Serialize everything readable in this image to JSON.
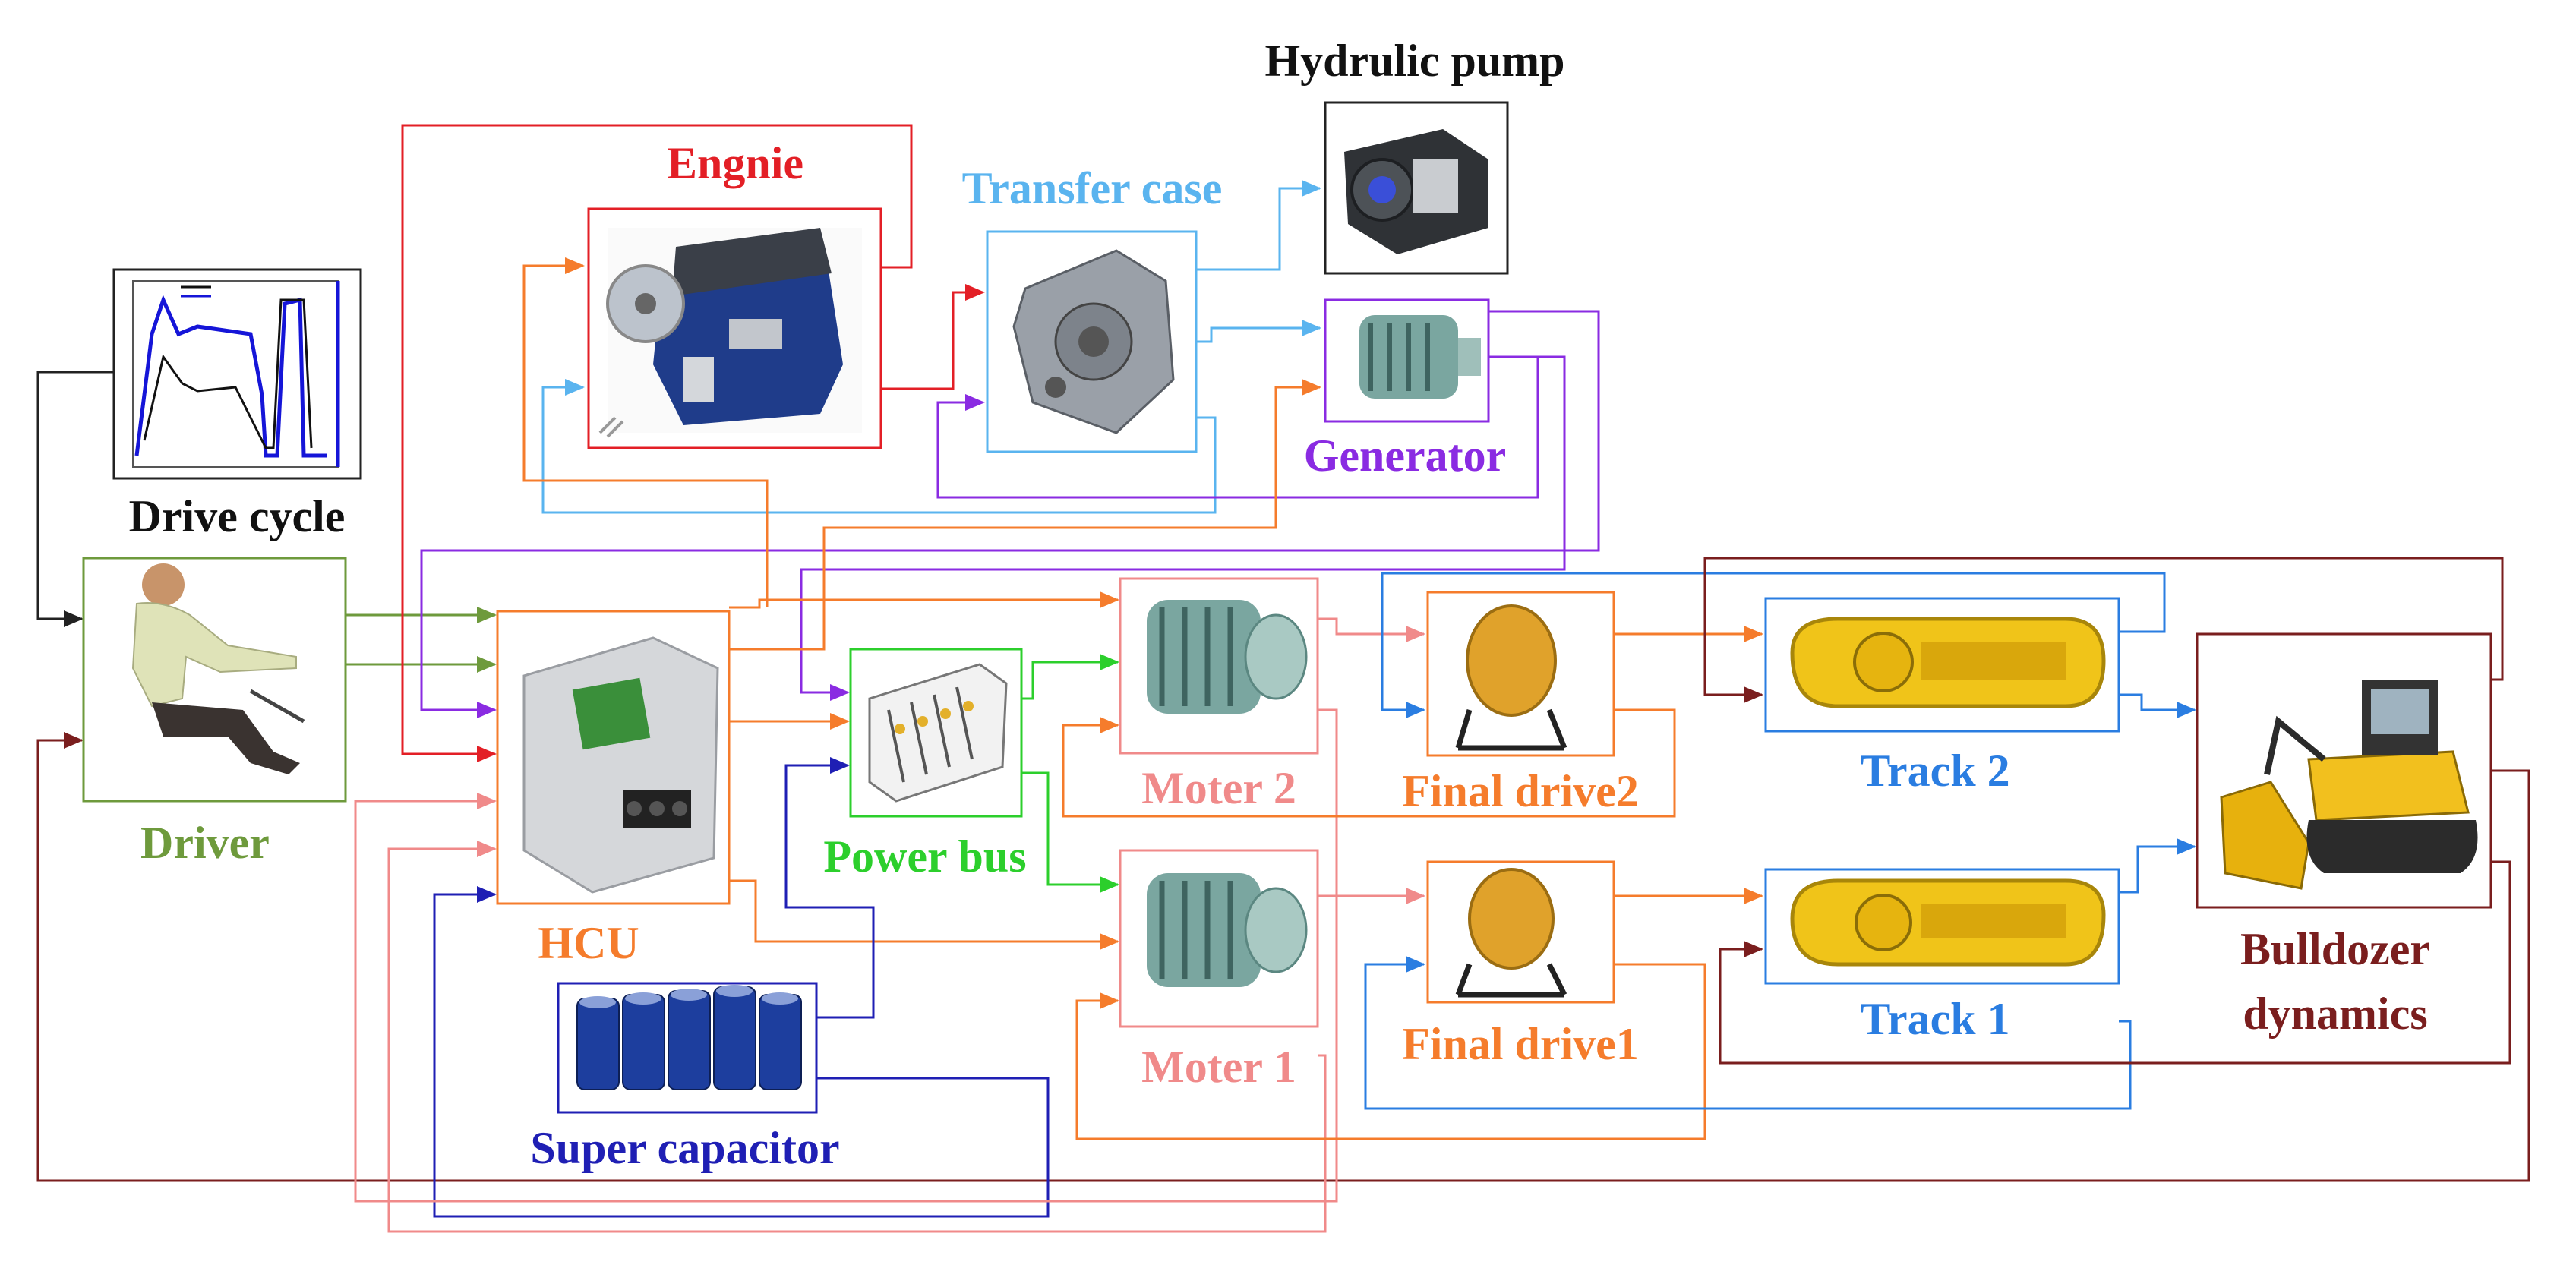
{
  "blocks": {
    "drive_cycle": {
      "label": "Drive cycle"
    },
    "driver": {
      "label": "Driver",
      "color": "#6e9a3c"
    },
    "engine": {
      "label": "Engnie",
      "color": "#e31f26"
    },
    "transfer_case": {
      "label": "Transfer case",
      "color": "#5ab4ef"
    },
    "hydraulic_pump": {
      "label": "Hydrulic pump"
    },
    "generator": {
      "label": "Generator",
      "color": "#8a2be2"
    },
    "hcu": {
      "label": "HCU",
      "color": "#f57c2c"
    },
    "power_bus": {
      "label": "Power bus",
      "color": "#2ccf2c"
    },
    "super_capacitor": {
      "label": "Super capacitor",
      "color": "#1f1fb4"
    },
    "motor2": {
      "label": "Moter 2",
      "color": "#f08a8a"
    },
    "motor1": {
      "label": "Moter 1",
      "color": "#f08a8a"
    },
    "final_drive2": {
      "label": "Final drive2",
      "color": "#f57c2c"
    },
    "final_drive1": {
      "label": "Final drive1",
      "color": "#f57c2c"
    },
    "track2": {
      "label": "Track 2",
      "color": "#2a7de1"
    },
    "track1": {
      "label": "Track 1",
      "color": "#2a7de1"
    },
    "bulldozer": {
      "label_line1": "Bulldozer",
      "label_line2": "dynamics",
      "color": "#7a1e1e"
    }
  },
  "wire_colors": {
    "black": "#222222",
    "driver": "#6e9a3c",
    "engine": "#e31f26",
    "transfer": "#5ab4ef",
    "generator": "#8a2be2",
    "hcu": "#f57c2c",
    "power_bus": "#2ccf2c",
    "capacitor": "#1f1fb4",
    "motor": "#f08a8a",
    "track": "#2a7de1",
    "bulldozer": "#7a1e1e"
  },
  "icons": {
    "drive_cycle": "speed-profile-plot-icon",
    "driver": "seated-driver-icon",
    "engine": "diesel-engine-icon",
    "transfer_case": "gearbox-icon",
    "hydraulic_pump": "hydraulic-pump-icon",
    "generator": "electric-machine-icon",
    "hcu": "controller-module-icon",
    "power_bus": "power-bus-icon",
    "super_capacitor": "capacitor-bank-icon",
    "motor": "electric-motor-icon",
    "final_drive": "final-drive-icon",
    "track": "crawler-track-icon",
    "bulldozer": "bulldozer-icon",
    "link": "broken-link-icon"
  }
}
